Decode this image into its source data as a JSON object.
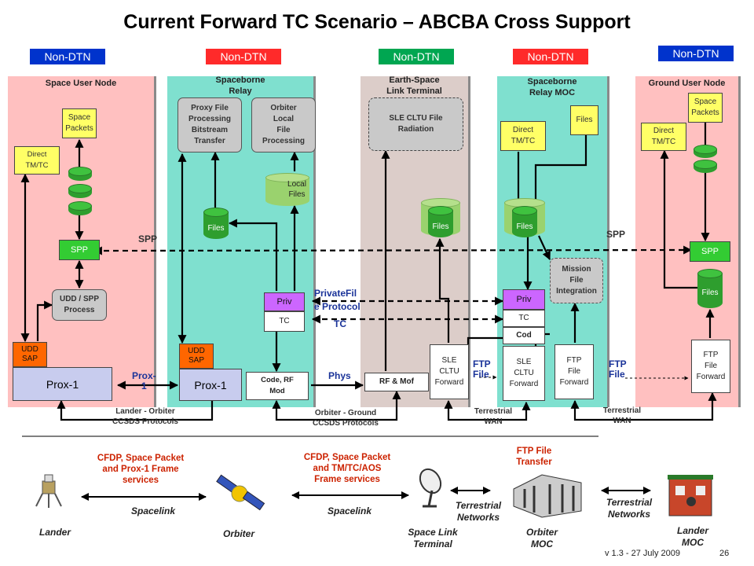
{
  "title": "Current Forward TC Scenario – ABCBA Cross Support",
  "version": "v 1.3 - 27 July 2009",
  "page_number": "26",
  "tags": [
    "Non-DTN",
    "Non-DTN",
    "Non-DTN",
    "Non-DTN",
    "Non-DTN"
  ],
  "panels": {
    "space_user_node": "Space User Node",
    "spaceborne_relay": [
      "Spaceborne",
      "Relay"
    ],
    "earth_space": [
      "Earth-Space",
      "Link Terminal"
    ],
    "relay_moc": [
      "Spaceborne",
      "Relay MOC"
    ],
    "ground_user_node": "Ground User Node"
  },
  "boxes": {
    "space_packets_left": [
      "Space",
      "Packets"
    ],
    "direct_tc_left": [
      "Direct",
      "TM/TC"
    ],
    "spp_left": "SPP",
    "udd_spp": [
      "UDD / SPP",
      "Process"
    ],
    "udd_sap_left": [
      "UDD",
      "SAP"
    ],
    "prox1_left": "Prox-1",
    "proxy_file": [
      "Proxy File",
      "Processing",
      "Bitstream",
      "Transfer"
    ],
    "orbiter_local": [
      "Orbiter",
      "Local",
      "File",
      "Processing"
    ],
    "local_files": [
      "Local",
      "Files"
    ],
    "files_relay": "Files",
    "priv_relay": "Priv",
    "tc_relay": "TC",
    "udd_sap_relay": [
      "UDD",
      "SAP"
    ],
    "prox1_relay": "Prox-1",
    "code_rf": [
      "Code, RF",
      "Mod"
    ],
    "sle_cltu_radiation": [
      "SLE CLTU File",
      "Radiation"
    ],
    "files_es": "Files",
    "sle_cltu_es": [
      "SLE",
      "CLTU",
      "Forward"
    ],
    "rf_mof": "RF &  Mof",
    "direct_tc_moc": [
      "Direct",
      "TM/TC"
    ],
    "files_moc_top": "Files",
    "files_moc": "Files",
    "priv_moc": "Priv",
    "tc_moc": "TC",
    "cod_moc": "Cod",
    "sle_cltu_moc": [
      "SLE",
      "CLTU",
      "Forward"
    ],
    "mission_file": [
      "Mission",
      "File",
      "Integration"
    ],
    "ftp_moc": [
      "FTP",
      "File",
      "Forward"
    ],
    "space_packets_right": [
      "Space",
      "Packets"
    ],
    "direct_tc_right": [
      "Direct",
      "TM/TC"
    ],
    "spp_right": "SPP",
    "files_right": "Files",
    "ftp_right": [
      "FTP",
      "File",
      "Forward"
    ]
  },
  "labels": {
    "spp_l": "SPP",
    "spp_r": "SPP",
    "private_file": [
      "PrivateFil",
      "e Protocol"
    ],
    "tc": "TC",
    "prox1": [
      "Prox-",
      "1"
    ],
    "phys": "Phys",
    "ftp_file_1": [
      "FTP",
      "File"
    ],
    "ftp_file_2": [
      "FTP",
      "File"
    ],
    "lander_orbiter": [
      "Lander - Orbiter",
      "CCSDS Protocols"
    ],
    "orbiter_ground": [
      "Orbiter - Ground",
      "CCSDS Protocols"
    ],
    "terrestrial_wan_1": [
      "Terrestrial",
      "WAN"
    ],
    "terrestrial_wan_2": [
      "Terrestrial",
      "WAN"
    ]
  },
  "bottom": {
    "cfdp_prox": [
      "CFDP, Space Packet",
      "and Prox-1 Frame",
      "services"
    ],
    "cfdp_tm": [
      "CFDP, Space Packet",
      "and TM/TC/AOS",
      "Frame services"
    ],
    "ftp_transfer": [
      "FTP File",
      "Transfer"
    ],
    "spacelink_1": "Spacelink",
    "spacelink_2": "Spacelink",
    "terr_net_1": [
      "Terrestrial",
      "Networks"
    ],
    "terr_net_2": [
      "Terrestrial",
      "Networks"
    ],
    "lander": "Lander",
    "orbiter": "Orbiter",
    "space_link_terminal": [
      "Space Link",
      "Terminal"
    ],
    "orbiter_moc": [
      "Orbiter",
      "MOC"
    ],
    "lander_moc": [
      "Lander",
      "MOC"
    ]
  },
  "colors": {
    "tag_blue": "#0033cc",
    "tag_red": "#ff2a2a",
    "tag_green": "#00a651",
    "panel_pink": "#ffc0c0",
    "panel_teal": "#7fe0cf",
    "panel_taupe": "#dccdc9"
  }
}
